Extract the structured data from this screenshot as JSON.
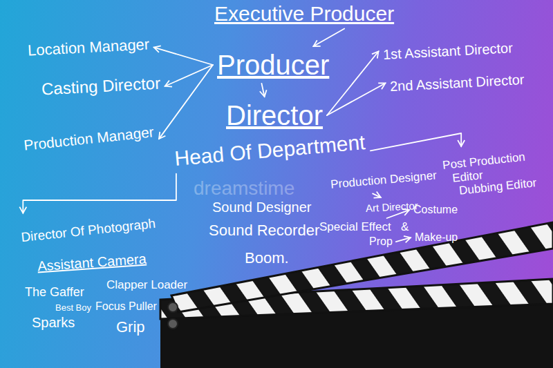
{
  "diagram": {
    "nodes": [
      {
        "text": [
          "Executive Producer"
        ]
      },
      {
        "text": [
          "Producer"
        ]
      },
      {
        "text": [
          "Location Manager"
        ]
      },
      {
        "text": [
          "Casting Director"
        ]
      },
      {
        "text": [
          "Production Manager"
        ]
      },
      {
        "text": [
          "Director"
        ]
      },
      {
        "text": [
          "1st Assistant Director"
        ]
      },
      {
        "text": [
          "2nd Assistant Director"
        ]
      },
      {
        "text": [
          "Head Of Department"
        ]
      },
      {
        "text": [
          "Director Of Photograph"
        ]
      },
      {
        "text": [
          "Post Production",
          "Editor",
          "Dubbing Editor"
        ]
      },
      {
        "text": [
          "Production Designer"
        ]
      },
      {
        "text": [
          "Art Director"
        ]
      },
      {
        "text": [
          "Special Effect"
        ]
      },
      {
        "text": [
          "Costume"
        ]
      },
      {
        "text": [
          "Prop"
        ]
      },
      {
        "text": [
          "Make-up"
        ]
      }
    ],
    "edges": [
      {
        "from": 0,
        "to": 1,
        "arrow": "to"
      },
      {
        "from": 1,
        "to": 2,
        "arrow": "to"
      },
      {
        "from": 1,
        "to": 3,
        "arrow": "to"
      },
      {
        "from": 1,
        "to": 4,
        "arrow": "to"
      },
      {
        "from": 1,
        "to": 5,
        "arrow": "to"
      },
      {
        "from": 5,
        "to": 6,
        "arrow": "to"
      },
      {
        "from": 5,
        "to": 7,
        "arrow": "to"
      },
      {
        "from": 8,
        "to": 10,
        "arrow": "to"
      },
      {
        "from": 8,
        "to": 9,
        "arrow": "to"
      },
      {
        "from": 11,
        "to": 12,
        "arrow": "to"
      },
      {
        "from": 13,
        "to": 14,
        "arrow": "to"
      },
      {
        "from": 15,
        "to": 16,
        "arrow": "to"
      }
    ],
    "labels": [
      "dreamstime",
      "Sound Designer",
      "Sound Recorder",
      "Boom.",
      "&",
      "Assistant Camera",
      "The Gaffer",
      "Best Boy",
      "Sparks",
      "Clapper Loader",
      "Focus Puller",
      "Grip"
    ]
  }
}
